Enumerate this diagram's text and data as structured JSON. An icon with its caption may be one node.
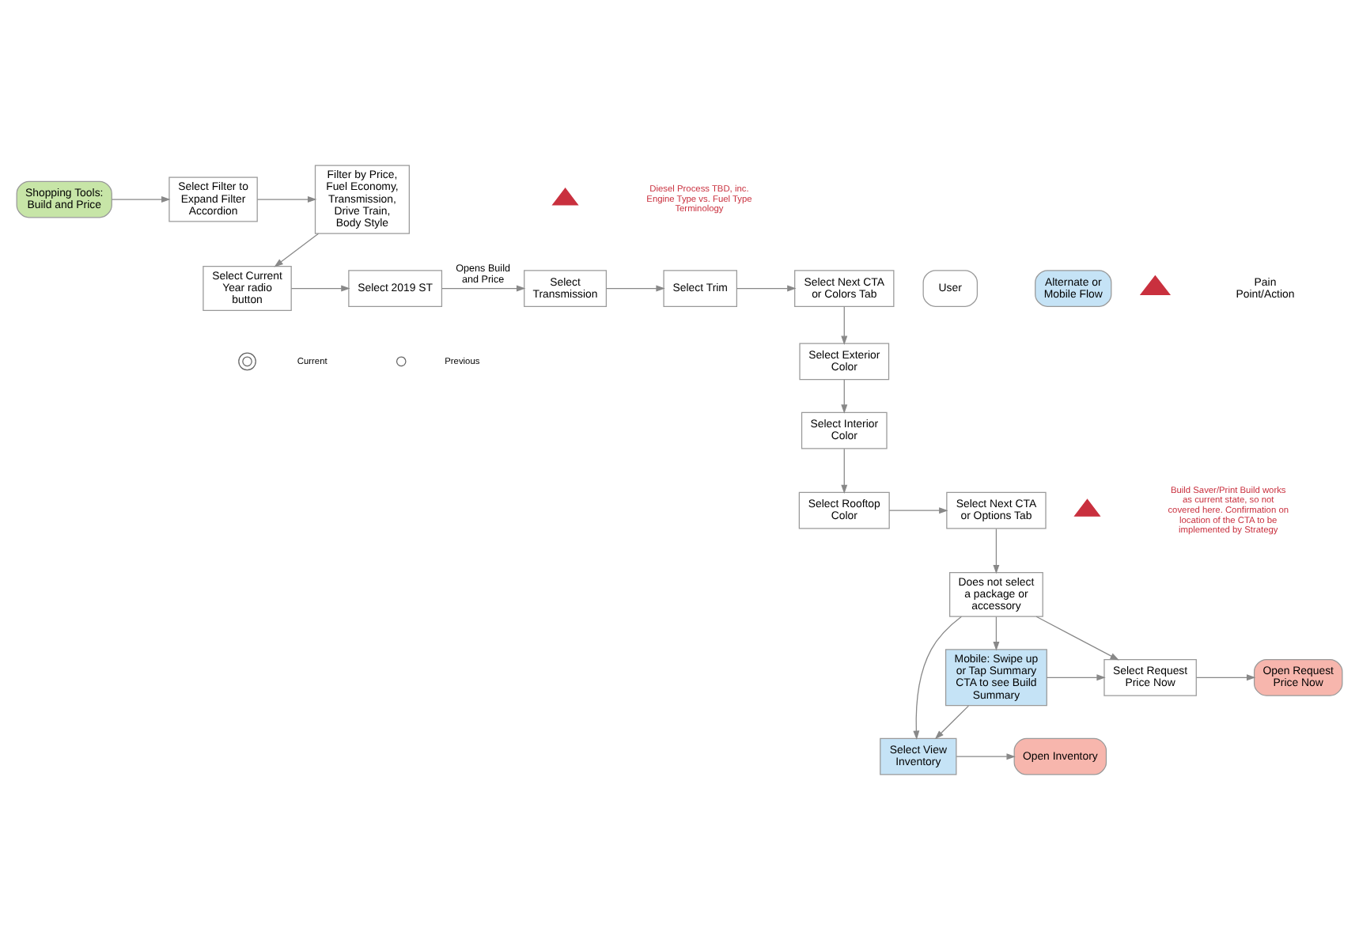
{
  "diagram": {
    "nodes": [
      {
        "text": [
          "Shopping Tools: Build and Price"
        ]
      },
      {
        "text": [
          "Select Filter to Expand Filter Accordion"
        ]
      },
      {
        "text": [
          "Filter by Price, Fuel Economy, Transmission, Drive Train, Body Style"
        ]
      },
      {
        "text": [
          "Select Current Year radio button"
        ]
      },
      {
        "text": [
          "Select 2019 ST"
        ]
      },
      {
        "text": [
          "Select Transmission"
        ]
      },
      {
        "text": [
          "Select Trim"
        ]
      },
      {
        "text": [
          "Select Next CTA or Colors Tab"
        ]
      },
      {
        "text": [
          "Select Exterior Color"
        ]
      },
      {
        "text": [
          "Select Interior Color"
        ]
      },
      {
        "text": [
          "Select Rooftop Color"
        ]
      },
      {
        "text": [
          "Select Next CTA or Options Tab"
        ]
      },
      {
        "text": [
          "Does not select a package or accessory"
        ]
      },
      {
        "text": [
          "Mobile: Swipe up or Tap Summary CTA to see Build Summary"
        ]
      },
      {
        "text": [
          "Select View Inventory"
        ]
      },
      {
        "text": [
          "Open Inventory"
        ]
      },
      {
        "text": [
          "Select Request Price Now"
        ]
      },
      {
        "text": [
          "Open Request Price Now"
        ]
      }
    ],
    "edges": [
      {
        "from": 0,
        "to": 1,
        "arrow": "to"
      },
      {
        "from": 1,
        "to": 2,
        "arrow": "to"
      },
      {
        "from": 2,
        "to": 3,
        "arrow": "to"
      },
      {
        "from": 3,
        "to": 4,
        "arrow": "to"
      },
      {
        "from": 4,
        "to": 5,
        "arrow": "to",
        "label": "Opens Build and Price"
      },
      {
        "from": 5,
        "to": 6,
        "arrow": "to"
      },
      {
        "from": 6,
        "to": 7,
        "arrow": "to"
      },
      {
        "from": 7,
        "to": 8,
        "arrow": "to"
      },
      {
        "from": 8,
        "to": 9,
        "arrow": "to"
      },
      {
        "from": 9,
        "to": 10,
        "arrow": "to"
      },
      {
        "from": 10,
        "to": 11,
        "arrow": "to"
      },
      {
        "from": 11,
        "to": 12,
        "arrow": "to"
      },
      {
        "from": 12,
        "to": 13,
        "arrow": "to"
      },
      {
        "from": 12,
        "to": 14,
        "arrow": "to"
      },
      {
        "from": 12,
        "to": 16,
        "arrow": "to"
      },
      {
        "from": 13,
        "to": 14,
        "arrow": "to"
      },
      {
        "from": 13,
        "to": 16,
        "arrow": "to"
      },
      {
        "from": 14,
        "to": 15,
        "arrow": "to"
      },
      {
        "from": 16,
        "to": 17,
        "arrow": "to"
      }
    ],
    "labels": [
      "Diesel Process TBD, inc. Engine Type vs. Fuel Type Terminology",
      "Current",
      "Previous",
      "Build Saver/Print Build works as current state, so not covered here. Confirmation on location of the CTA to be implemented by Strategy"
    ],
    "legend": [
      {
        "text": "User",
        "color": "#ffffff"
      },
      {
        "text": "Alternate or Mobile Flow",
        "color": "#c5e3f6"
      },
      {
        "text": "Pain Point/Action"
      }
    ]
  }
}
